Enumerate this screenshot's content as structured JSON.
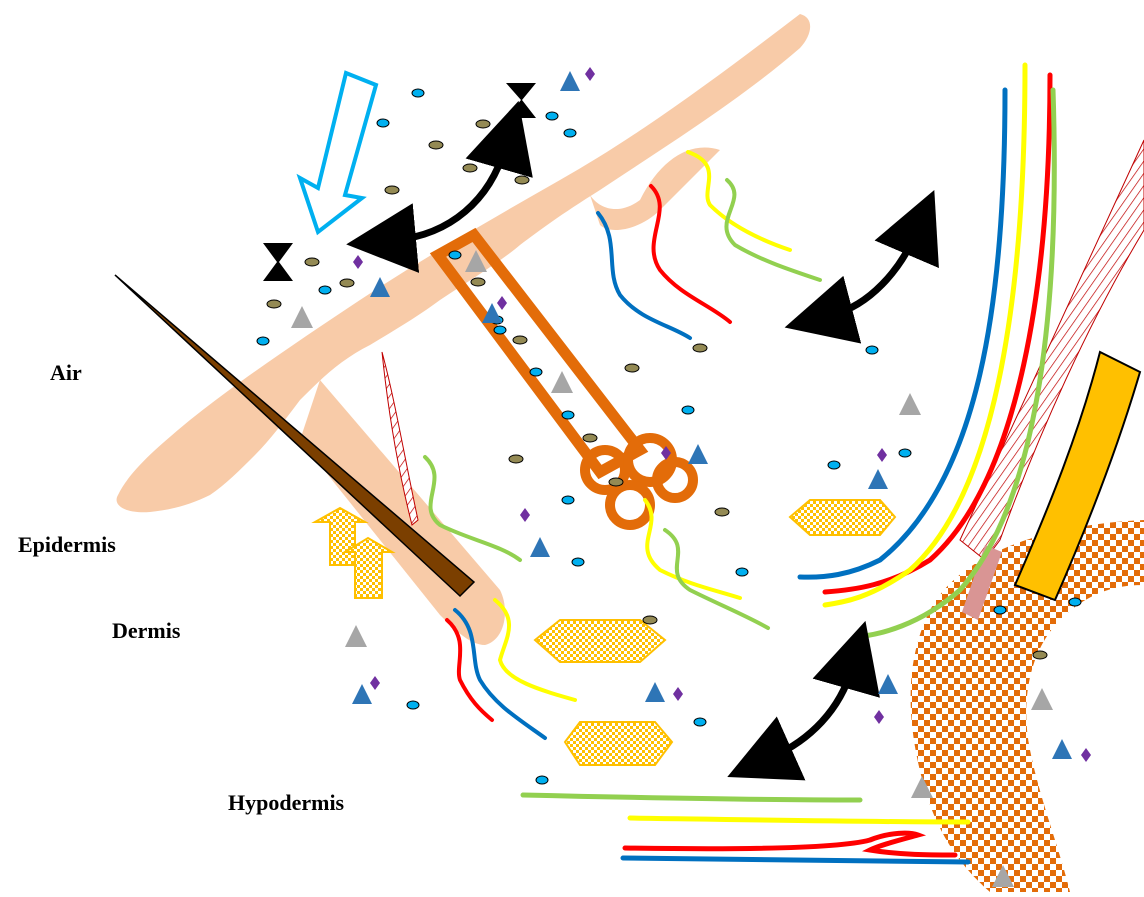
{
  "diagram": {
    "labels": {
      "air": "Air",
      "epidermis": "Epidermis",
      "dermis": "Dermis",
      "hypodermis": "Hypodermis"
    },
    "colors": {
      "skin_surface": "#f8cba8",
      "hair": "#7b3f00",
      "duct": "#e36c09",
      "vessel_blue": "#0070c0",
      "vessel_red": "#ff0000",
      "vessel_yellow": "#ffff00",
      "vessel_green": "#92d050",
      "arrow": "#000000",
      "inflow_arrow": "#00b0f0",
      "particle_cyan": "#00b0f0",
      "particle_olive": "#948a54",
      "triangle_blue": "#2e75b6",
      "triangle_gray": "#a6a6a6",
      "diamond_purple": "#7030a0",
      "gold_cells": "#ffc000",
      "nerve_hatch": "#c00000",
      "muscle_check": "#e36c09",
      "muscle_bar": "#ffc000"
    },
    "icons": [
      "hourglass-icon",
      "double-headed-arrow-icon",
      "hollow-down-arrow-icon"
    ]
  }
}
